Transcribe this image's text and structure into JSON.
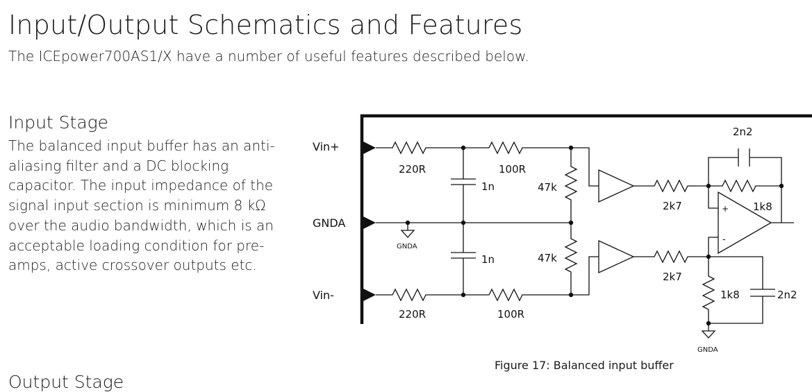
{
  "document": {
    "title": "Input/Output Schematics and Features",
    "intro": "The ICEpower700AS1/X have a number of useful features described below.",
    "section": {
      "heading": "Input Stage",
      "lines": [
        "The balanced input buffer has an anti-",
        "aliasing filter and a DC blocking",
        "capacitor. The input impedance of the",
        "signal input section is minimum 8 kΩ",
        "over the audio bandwidth, which is an",
        "acceptable loading condition for pre-",
        "amps, active crossover outputs etc."
      ]
    },
    "next_heading": "Output Stage"
  },
  "figure": {
    "caption": "Figure 17: Balanced input buffer",
    "pins": {
      "vin_plus": "Vin+",
      "gnda": "GNDA",
      "vin_minus": "Vin-"
    },
    "components": {
      "r_in_top": "220R",
      "r_series_top": "100R",
      "c_top": "1n",
      "r_shunt_top": "47k",
      "r_in_bottom": "220R",
      "r_series_bottom": "100R",
      "c_bottom": "1n",
      "r_shunt_bottom": "47k",
      "r_op_in_top": "2k7",
      "r_op_in_bottom": "2k7",
      "c_feedback": "2n2",
      "r_feedback": "1k8",
      "r_ground_leg": "1k8",
      "c_ground_leg": "2n2"
    },
    "ground_labels": {
      "inner": "GNDA",
      "output": "GNDA"
    },
    "opamp_signs": {
      "plus": "+",
      "minus": "-"
    }
  }
}
